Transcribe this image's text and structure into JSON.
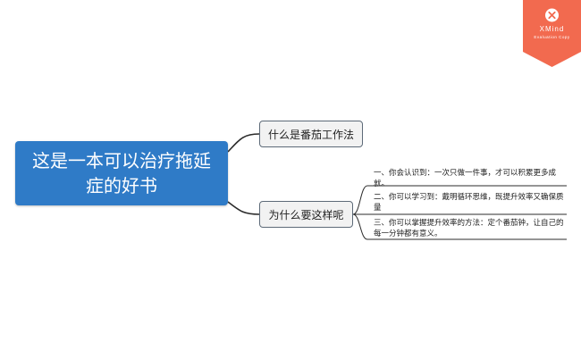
{
  "mindmap": {
    "root": {
      "label": "这是一本可以治疗拖延症的好书"
    },
    "topics": [
      {
        "label": "什么是番茄工作法"
      },
      {
        "label": "为什么要这样呢",
        "subtopics": [
          {
            "label": "一、你会认识到：一次只做一件事，才可以积累更多成就。"
          },
          {
            "label": "二、你可以学习到：戴明循环思维，既提升效率又确保质量"
          },
          {
            "label": "三、你可以掌握提升效率的方法：定个番茄钟，让自己的每一分钟都有意义。"
          }
        ]
      }
    ]
  },
  "watermark": {
    "brand": "XMind",
    "subtitle": "Evaluation Copy",
    "color": "#f26a4f",
    "icon": "close-x-icon"
  },
  "colors": {
    "root_fill": "#2f7bc7",
    "topic_fill": "#f2f2f2",
    "topic_border": "#5d6a78",
    "connector": "#2b2b2b"
  }
}
